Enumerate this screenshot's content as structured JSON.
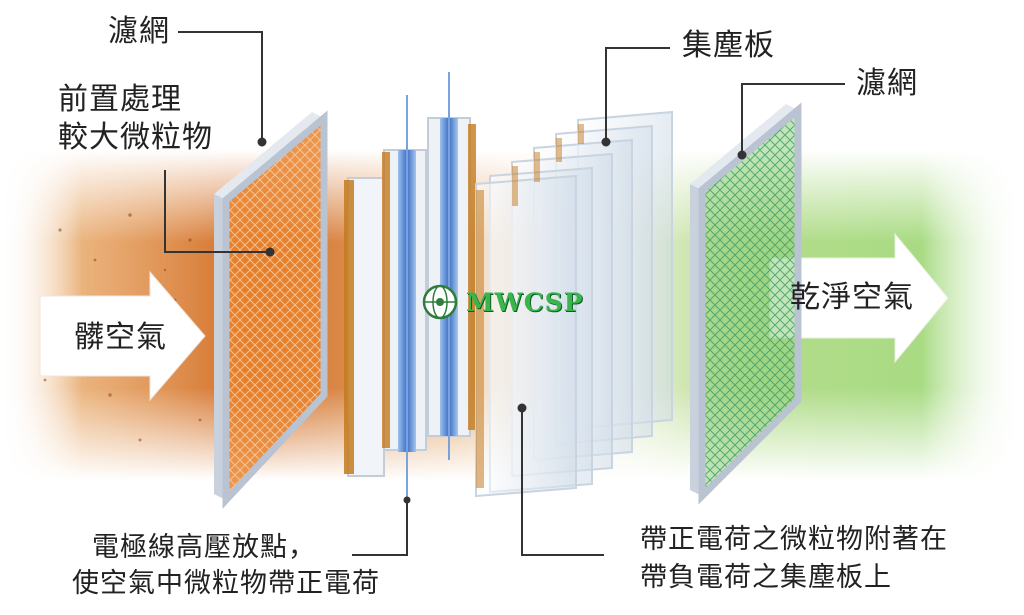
{
  "labels": {
    "filter_left": "濾網",
    "pre_treatment_line1": "前置處理",
    "pre_treatment_line2": "較大微粒物",
    "dirty_air": "髒空氣",
    "collector_plates": "集塵板",
    "filter_right": "濾網",
    "clean_air": "乾淨空氣",
    "electrode_line1": "電極線高壓放點，",
    "electrode_line2": "使空氣中微粒物帶正電荷",
    "collector_desc_line1": "帶正電荷之微粒物附著在",
    "collector_desc_line2": "帶負電荷之集塵板上"
  },
  "watermark": {
    "text": "MWCSP"
  },
  "colors": {
    "dirty_air": "#d9752a",
    "clean_air": "#8ccf5a",
    "filter_frame": "#b9c3d2",
    "collector_plate": "#dfe8f2",
    "electrode": "#5b8fd6",
    "dust": "#c47a1e",
    "leader_line": "#333333",
    "watermark": "#39b54a"
  },
  "icons": [
    "right-arrow-icon",
    "globe-logo-icon"
  ]
}
